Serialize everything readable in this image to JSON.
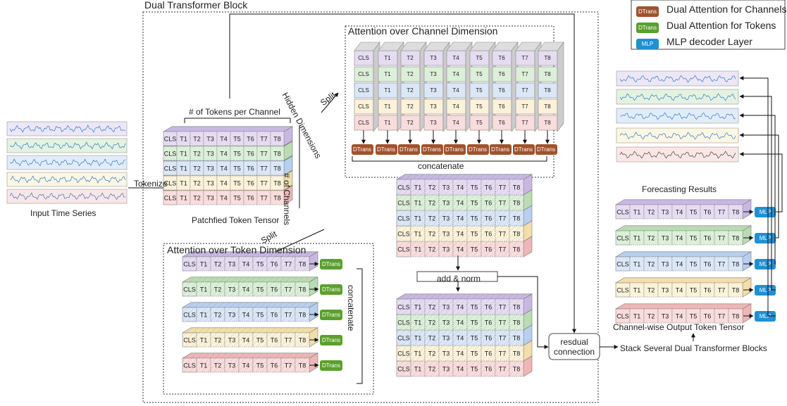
{
  "block_title": "Dual Transformer Block",
  "legend": {
    "items": [
      {
        "badge": "DTrans",
        "label": "Dual Attention for Channels",
        "color": "#a0522d"
      },
      {
        "badge": "DTrans",
        "label": "Dual Attention for Tokens",
        "color": "#5aa02c"
      },
      {
        "badge": "MLP",
        "label": "MLP decoder Layer",
        "color": "#1e90d6"
      }
    ]
  },
  "tokens": [
    "CLS",
    "T1",
    "T2",
    "T3",
    "T4",
    "T5",
    "T6",
    "T7",
    "T8"
  ],
  "channel_colors": [
    "#e6dcf2",
    "#dcefd8",
    "#dbe7f7",
    "#fbf2d9",
    "#f9dcdc"
  ],
  "channel_dark": [
    "#c9b7e3",
    "#b9dcb2",
    "#b7cff0",
    "#f3deaa",
    "#efb6b6"
  ],
  "input": {
    "label": "Input Time Series"
  },
  "tokenize_label": "Tokenize",
  "patched": {
    "caption": "Patchfied Token Tensor",
    "top_label": "# of Tokens per Channel",
    "side_label": "# of Channels",
    "depth_label": "Hidden Dimensions"
  },
  "split_labels": [
    "Split",
    "Split"
  ],
  "channel_attention": {
    "title": "Attention over Channel Dimension",
    "badge": "DTrans",
    "concat": "concatenate"
  },
  "token_attention": {
    "title": "Attention over Token Dimension",
    "badge": "DTrans",
    "concat": "concatenate"
  },
  "add_norm": "add & norm",
  "residual": "resdual\nconnection",
  "stack_label": "Stack Several  Dual Transformer Blocks",
  "output": {
    "caption": "Channel-wise Output Token Tensor",
    "badge": "MLP"
  },
  "forecast": {
    "label": "Forecasting Results"
  }
}
